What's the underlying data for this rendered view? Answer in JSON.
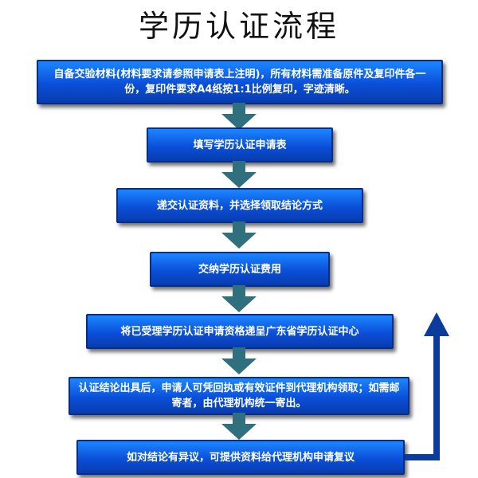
{
  "title": "学历认证流程",
  "steps": [
    {
      "label": "自备交验材料(材料要求请参照申请表上注明)，所有材料需准备原件及复印件各一份，复印件要求A4纸按1:1比例复印，字迹清晰。"
    },
    {
      "label": "填写学历认证申请表"
    },
    {
      "label": "递交认证资料，并选择领取结论方式"
    },
    {
      "label": "交纳学历认证费用"
    },
    {
      "label": "将已受理学历认证申请资格递呈广东省学历认证中心"
    },
    {
      "label": "认证结论出具后，申请人可凭回执或有效证件到代理机构领取；如需邮寄者，由代理机构统一寄出。"
    },
    {
      "label": "如对结论有异议，可提供资料给代理机构申请复议"
    }
  ],
  "colors": {
    "box": "#0b4fd8",
    "box_border": "#062e87",
    "arrow": "#2f6f7e",
    "feedback_arrow": "#0b3c9c"
  },
  "icons": {
    "down_arrow": "down-arrow-icon",
    "feedback_arrow": "loop-back-arrow-icon"
  }
}
